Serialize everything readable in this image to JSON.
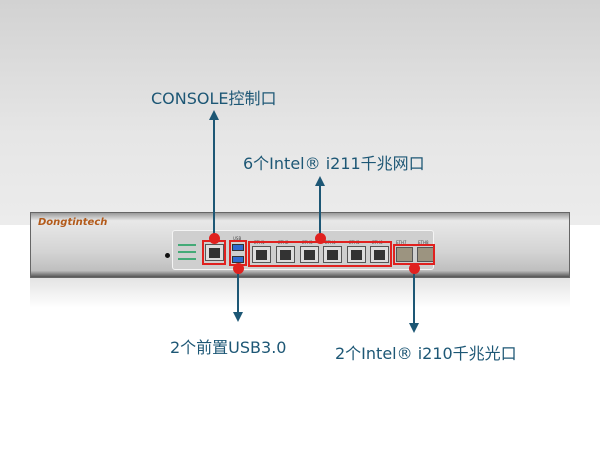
{
  "brand": "Dongtintech",
  "callouts": {
    "console": "CONSOLE控制口",
    "rj45": "6个Intel® i211千兆网口",
    "usb": "2个前置USB3.0",
    "sfp": "2个Intel® i210千兆光口"
  },
  "port_labels": [
    "USB",
    "ETH1",
    "ETH2",
    "ETH3",
    "ETH4",
    "ETH5",
    "ETH6",
    "ETH7",
    "ETH8"
  ],
  "colors": {
    "callout_text": "#1d5775",
    "highlight": "#e0211f"
  }
}
